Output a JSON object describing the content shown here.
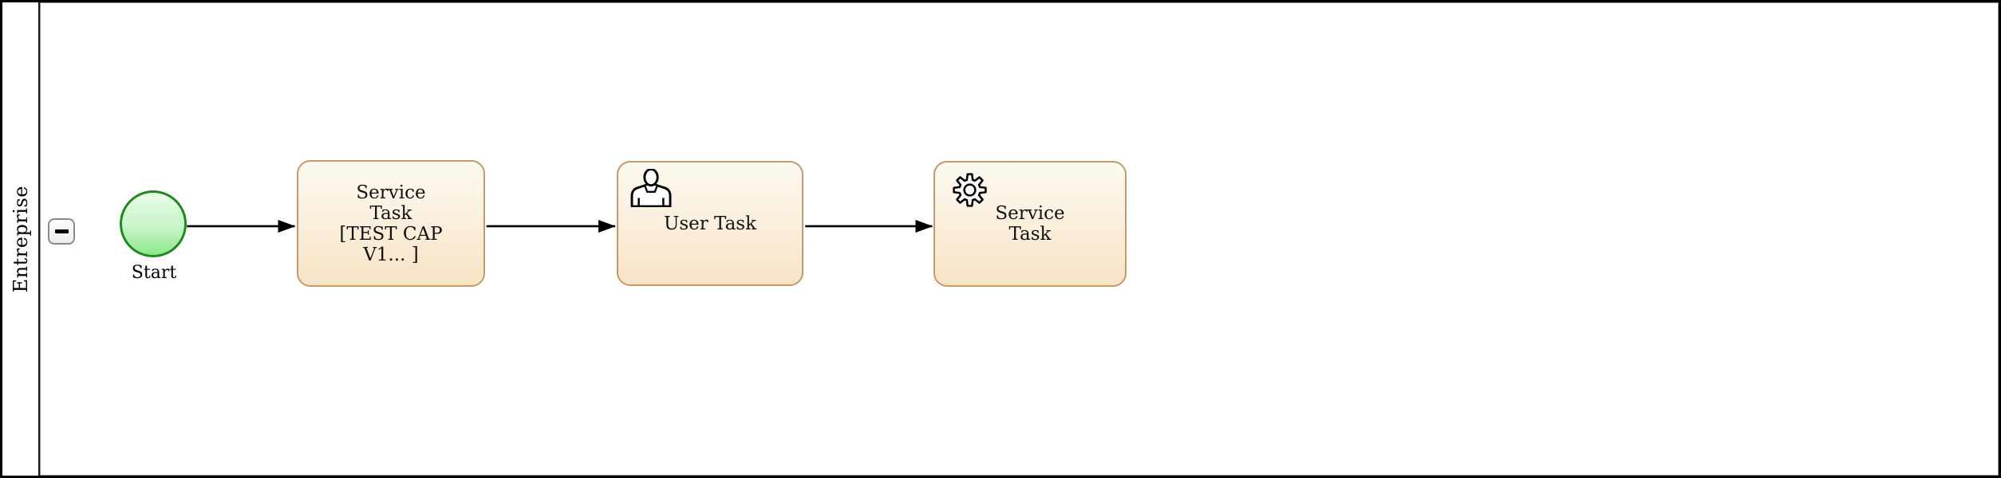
{
  "pool": {
    "name": "Entreprise",
    "collapse_button_icon": "minus-icon"
  },
  "process": {
    "start_event": {
      "label": "Start",
      "shape": "circle"
    },
    "tasks": [
      {
        "id": "task-1",
        "type": "service-task",
        "label": "Service\nTask\n[TEST CAP\nV1... ]",
        "icon": "none"
      },
      {
        "id": "task-2",
        "type": "user-task",
        "label": "User Task",
        "icon": "user-icon"
      },
      {
        "id": "task-3",
        "type": "service-task",
        "label": "Service\nTask",
        "icon": "gear-icon"
      }
    ],
    "connectors": [
      {
        "from": "start-event",
        "to": "task-1"
      },
      {
        "from": "task-1",
        "to": "task-2"
      },
      {
        "from": "task-2",
        "to": "task-3"
      }
    ]
  },
  "colors": {
    "start_fill_top": "#e9fbe9",
    "start_fill_bottom": "#8ce88c",
    "start_border": "#1e8a1e",
    "task_fill_top": "#fdf9f0",
    "task_fill_bottom": "#f7e3c4",
    "task_border": "#c49a6c",
    "pool_border": "#000000",
    "lane_inner_border": "#8f8f8f",
    "connector": "#000000"
  }
}
